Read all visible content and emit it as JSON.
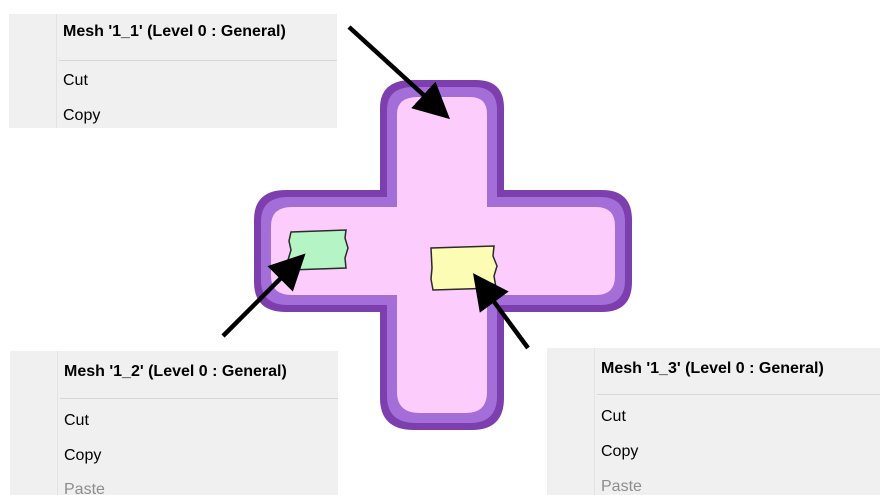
{
  "menus": [
    {
      "header": "Mesh '1_1' (Level 0 : General)",
      "items": [
        "Cut",
        "Copy"
      ]
    },
    {
      "header": "Mesh '1_2' (Level 0 : General)",
      "items": [
        "Cut",
        "Copy",
        "Paste"
      ]
    },
    {
      "header": "Mesh '1_3' (Level 0 : General)",
      "items": [
        "Cut",
        "Copy",
        "Paste"
      ]
    }
  ],
  "colors": {
    "cross_outline": "#7e3fae",
    "cross_border": "#a46ed8",
    "cross_fill": "#fcccfc",
    "mesh_green": "#b5f5c5",
    "mesh_yellow": "#fcfcb4",
    "arrow": "#000000",
    "menu_bg": "#f0f0f0",
    "disabled_text": "#8d8d8d"
  }
}
